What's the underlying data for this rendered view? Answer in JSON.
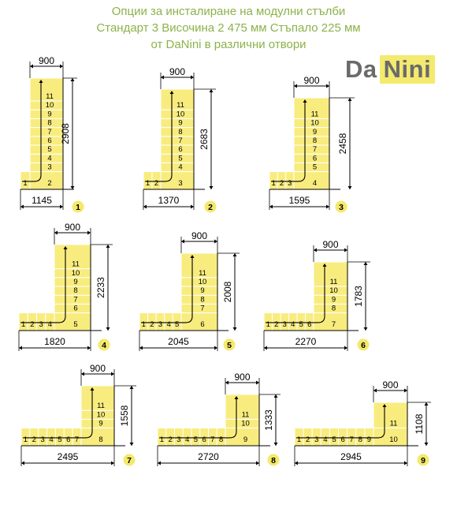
{
  "header": {
    "line1": "Опции за инсталиране на модулни стълби",
    "line2": "Стандарт 3 Височина 2 475 мм Стъпало 225 мм",
    "line3": "от DaNini в различни отвори"
  },
  "logo": {
    "part1": "Da",
    "part2": "Nini",
    "text_color": "#6a6a6a",
    "highlight": "#f3ea6e"
  },
  "colors": {
    "header_text": "#8db24a",
    "step_fill": "#f8ec7e",
    "step_stroke": "#ffffff",
    "badge_fill": "#f4e96a",
    "line": "#000000"
  },
  "variants": [
    {
      "badge": "1",
      "width": "1145",
      "height": "2908",
      "step_width": "900",
      "flight": [
        "1",
        "2"
      ],
      "column": [
        "3",
        "4",
        "5",
        "6",
        "7",
        "8",
        "9",
        "10",
        "11"
      ]
    },
    {
      "badge": "2",
      "width": "1370",
      "height": "2683",
      "step_width": "900",
      "flight": [
        "1",
        "2",
        "3"
      ],
      "column": [
        "4",
        "5",
        "6",
        "7",
        "8",
        "9",
        "10",
        "11"
      ]
    },
    {
      "badge": "3",
      "width": "1595",
      "height": "2458",
      "step_width": "900",
      "flight": [
        "1",
        "2",
        "3",
        "4"
      ],
      "column": [
        "5",
        "6",
        "7",
        "8",
        "9",
        "10",
        "11"
      ]
    },
    {
      "badge": "4",
      "width": "1820",
      "height": "2233",
      "step_width": "900",
      "flight": [
        "1",
        "2",
        "3",
        "4",
        "5"
      ],
      "column": [
        "6",
        "7",
        "8",
        "9",
        "10",
        "11"
      ]
    },
    {
      "badge": "5",
      "width": "2045",
      "height": "2008",
      "step_width": "900",
      "flight": [
        "1",
        "2",
        "3",
        "4",
        "5",
        "6"
      ],
      "column": [
        "7",
        "8",
        "9",
        "10",
        "11"
      ]
    },
    {
      "badge": "6",
      "width": "2270",
      "height": "1783",
      "step_width": "900",
      "flight": [
        "1",
        "2",
        "3",
        "4",
        "5",
        "6",
        "7"
      ],
      "column": [
        "8",
        "9",
        "10",
        "11"
      ]
    },
    {
      "badge": "7",
      "width": "2495",
      "height": "1558",
      "step_width": "900",
      "flight": [
        "1",
        "2",
        "3",
        "4",
        "5",
        "6",
        "7",
        "8"
      ],
      "column": [
        "9",
        "10",
        "11"
      ]
    },
    {
      "badge": "8",
      "width": "2720",
      "height": "1333",
      "step_width": "900",
      "flight": [
        "1",
        "2",
        "3",
        "4",
        "5",
        "6",
        "7",
        "8",
        "9"
      ],
      "column": [
        "10",
        "11"
      ]
    },
    {
      "badge": "9",
      "width": "2945",
      "height": "1108",
      "step_width": "900",
      "flight": [
        "1",
        "2",
        "3",
        "4",
        "5",
        "6",
        "7",
        "8",
        "9",
        "10"
      ],
      "column": [
        "11"
      ]
    }
  ]
}
